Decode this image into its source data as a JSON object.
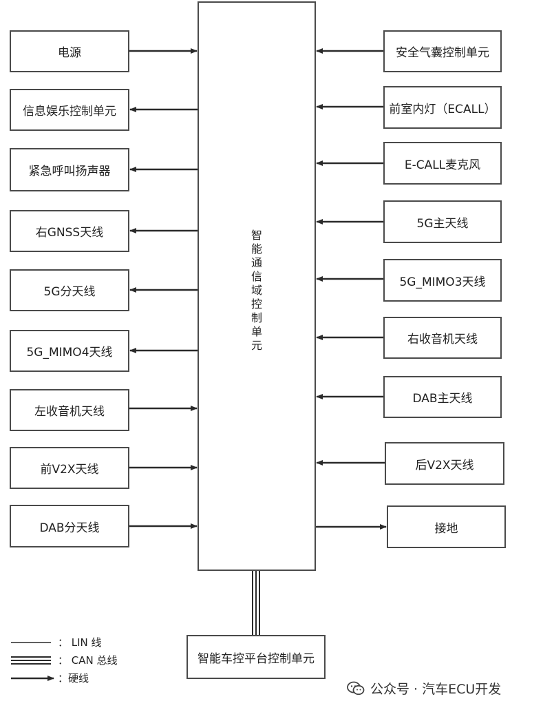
{
  "center_unit": "智能通信域控制单元",
  "left_units": [
    {
      "label": "电源",
      "dir": "in"
    },
    {
      "label": "信息娱乐控制单元",
      "dir": "out"
    },
    {
      "label": "紧急呼叫扬声器",
      "dir": "out"
    },
    {
      "label": "右GNSS天线",
      "dir": "out"
    },
    {
      "label": "5G分天线",
      "dir": "out"
    },
    {
      "label": "5G_MIMO4天线",
      "dir": "out"
    },
    {
      "label": "左收音机天线",
      "dir": "in"
    },
    {
      "label": "前V2X天线",
      "dir": "in"
    },
    {
      "label": "DAB分天线",
      "dir": "in"
    }
  ],
  "right_units": [
    {
      "label": "安全气囊控制单元",
      "dir": "in"
    },
    {
      "label": "前室内灯（ECALL）",
      "dir": "in"
    },
    {
      "label": "E-CALL麦克风",
      "dir": "in"
    },
    {
      "label": "5G主天线",
      "dir": "in"
    },
    {
      "label": "5G_MIMO3天线",
      "dir": "in"
    },
    {
      "label": "右收音机天线",
      "dir": "in"
    },
    {
      "label": "DAB主天线",
      "dir": "in"
    },
    {
      "label": "后V2X天线",
      "dir": "in"
    },
    {
      "label": "接地",
      "dir": "out"
    }
  ],
  "bottom_unit": "智能车控平台控制单元",
  "legend": [
    {
      "symbol": "LIN",
      "label": "： LIN 线"
    },
    {
      "symbol": "CAN",
      "label": "： CAN 总线"
    },
    {
      "symbol": "hardwire",
      "label": "：硬线"
    }
  ],
  "watermark": "公众号 · 汽车ECU开发",
  "colors": {
    "line": "#2a2a2a",
    "border": "#4a4a4a",
    "text": "#222222"
  }
}
